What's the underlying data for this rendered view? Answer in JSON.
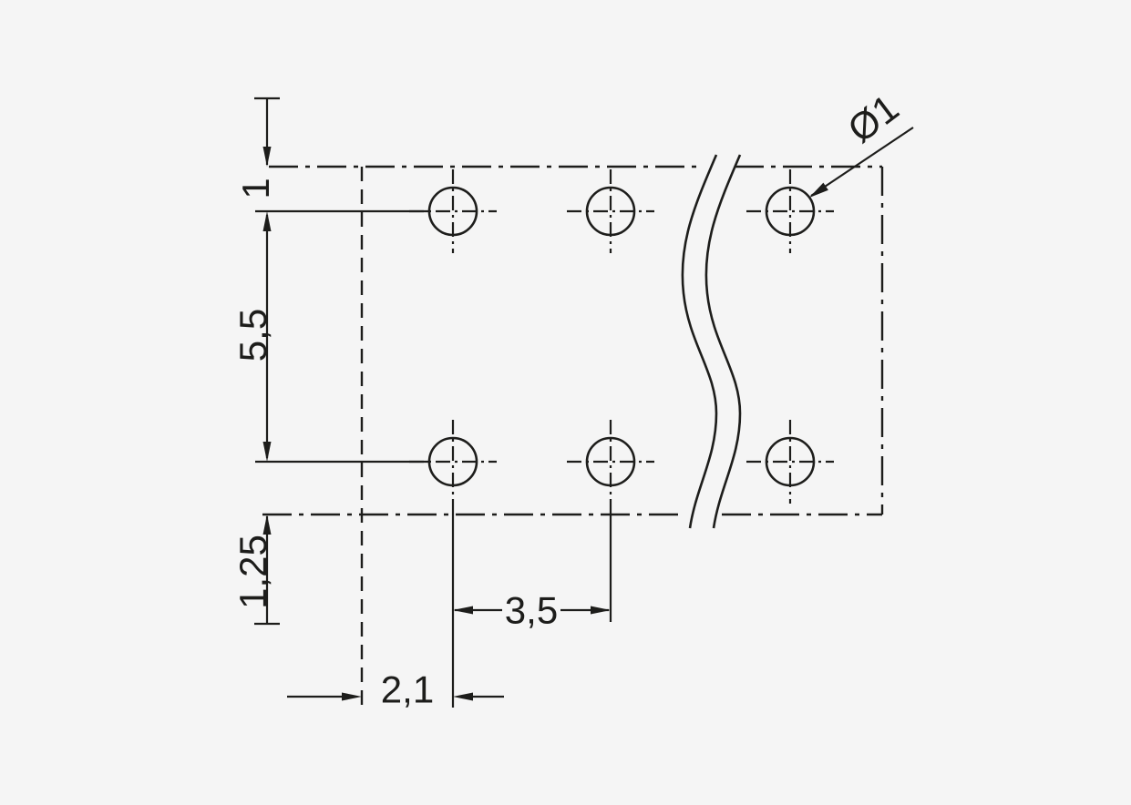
{
  "drawing": {
    "colors": {
      "line": "#1d1d1b",
      "background": "#f5f5f5"
    },
    "labels": {
      "edge_to_first_row": "1",
      "row_spacing": "5,5",
      "second_row_to_edge": "1,25",
      "hole_pitch": "3,5",
      "edge_to_first_hole_column": "2,1",
      "hole_diameter": "Ø1"
    }
  }
}
